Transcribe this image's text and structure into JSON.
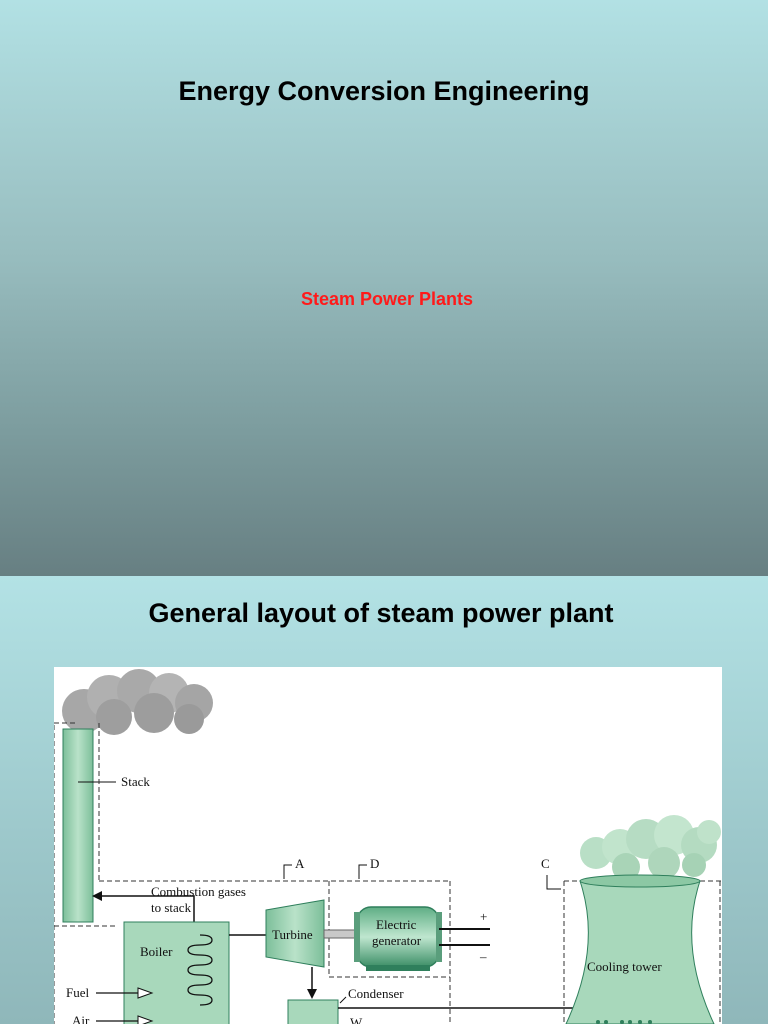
{
  "slide1": {
    "title": "Energy Conversion Engineering",
    "subtitle": "Steam Power Plants"
  },
  "slide2": {
    "title": "General layout of steam power plant",
    "diagram": {
      "labels": {
        "stack": "Stack",
        "combustion_line1": "Combustion gases",
        "combustion_line2": "to stack",
        "boiler": "Boiler",
        "turbine": "Turbine",
        "generator_line1": "Electric",
        "generator_line2": "generator",
        "plus": "+",
        "minus": "–",
        "fuel": "Fuel",
        "air": "Air",
        "condenser": "Condenser",
        "water": "W",
        "cooling_tower": "Cooling tower",
        "a": "A",
        "d": "D",
        "c": "C"
      },
      "colors": {
        "equipment_fill": "#9ed1b4",
        "equipment_dark": "#2f7f5c",
        "smoke_gray": "#a9a9a9",
        "steam_green": "#b6dcc3",
        "boundary": "#333333"
      }
    }
  }
}
